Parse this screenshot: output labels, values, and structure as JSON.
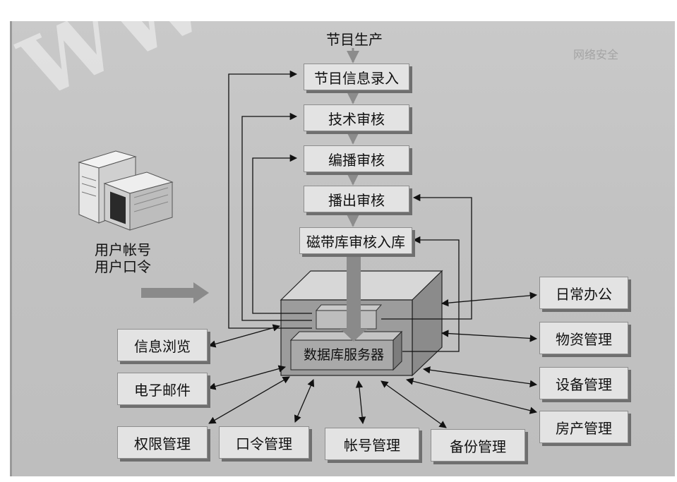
{
  "watermark": "WWW.C-S",
  "faint_header": "网络安全",
  "top_input": "节目生产",
  "workflow": [
    "节目信息录入",
    "技术审核",
    "编播审核",
    "播出审核",
    "磁带库审核入库"
  ],
  "server": "数据库服务器",
  "user": {
    "account": "用户帐号",
    "password": "用户口令"
  },
  "left_modules": [
    "信息浏览",
    "电子邮件"
  ],
  "bottom_modules": [
    "权限管理",
    "口令管理",
    "帐号管理",
    "备份管理"
  ],
  "right_modules": [
    "日常办公",
    "物资管理",
    "设备管理",
    "房产管理"
  ],
  "colors": {
    "background": "#c4c4c4",
    "box_fill": "#e3e3e3",
    "arrow": "#111111",
    "big_arrow": "#8a8a8a"
  },
  "icons": [
    "desktop-computer-icon"
  ]
}
